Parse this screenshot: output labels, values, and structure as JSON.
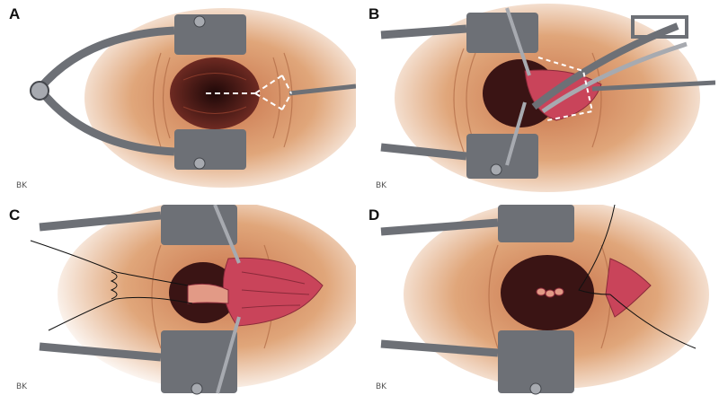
{
  "figure": {
    "panels": [
      {
        "letter": "A",
        "signature": "BK"
      },
      {
        "letter": "B",
        "signature": "BK"
      },
      {
        "letter": "C",
        "signature": "BK"
      },
      {
        "letter": "D",
        "signature": "BK"
      }
    ]
  },
  "colors": {
    "tissue": "#d99a6c",
    "tissue_dark": "#a8583a",
    "lumen": "#3a1414",
    "mucosa": "#c9445a",
    "instrument": "#6d7076",
    "instrument_light": "#a7aab0"
  }
}
